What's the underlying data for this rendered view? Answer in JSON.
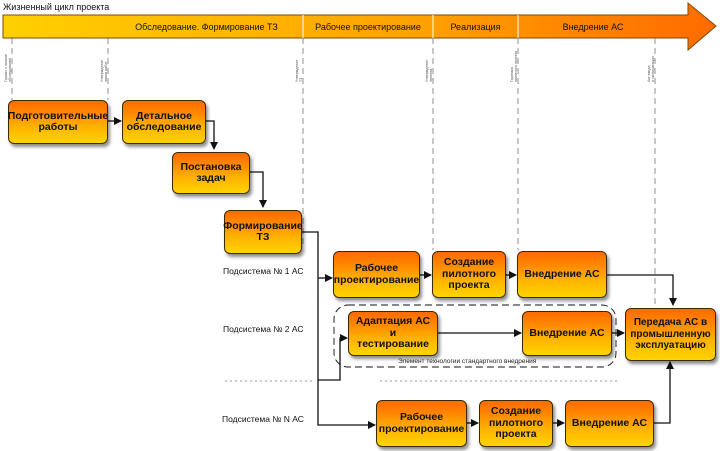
{
  "header": {
    "title": "Жизненный цикл проекта",
    "phases": [
      "Обследование. Формирование ТЗ",
      "Рабочее проектирование",
      "Реализация",
      "Внедрение АС"
    ]
  },
  "milestones": [
    "Приказ о начале\nобследования",
    "Утверждение\nплана работ",
    "Утверждение\nТЗ",
    "Утверждение\nпроекта",
    "Приемка\nпилотного проекта",
    "Акт ввода\nв эксплуатацию"
  ],
  "boxes": {
    "prep": "Подготовительные\nработы",
    "survey": "Детальное\nобследование",
    "tasks": "Постановка\nзадач",
    "tz": "Формирование\nТЗ",
    "s1_design": "Рабочее\nпроектирование",
    "s1_pilot": "Создание\nпилотного\nпроекта",
    "s1_impl": "Внедрение АС",
    "s2_adapt": "Адаптация АС и\nтестирование",
    "s2_impl": "Внедрение АС",
    "final": "Передача АС в\nпромышленную\nэксплуатацию",
    "sn_design": "Рабочее\nпроектирование",
    "sn_pilot": "Создание\nпилотного\nпроекта",
    "sn_impl": "Внедрение АС"
  },
  "subsystems": {
    "s1": "Подсистема № 1 АС",
    "s2": "Подсистема № 2 АС",
    "sn": "Подсистема № N АС"
  },
  "note": "Элемент технологии стандартного внедрения",
  "colors": {
    "arrow_fill": "#ffb000",
    "arrow_fill_right": "#ff7a00",
    "box_top": "#ff6a00",
    "box_bottom": "#ffd400"
  }
}
